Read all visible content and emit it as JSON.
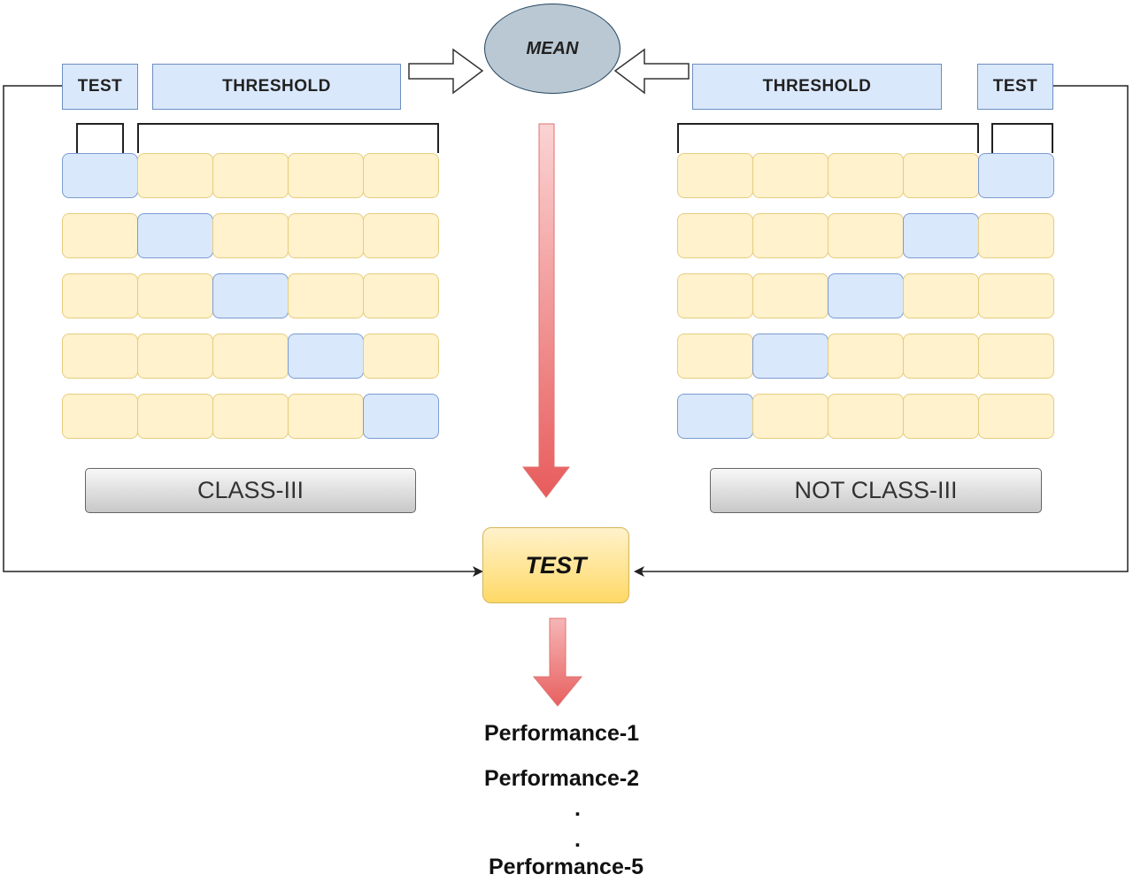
{
  "left": {
    "test_label": "TEST",
    "threshold_label": "THRESHOLD",
    "class_label": "CLASS-III"
  },
  "right": {
    "test_label": "TEST",
    "threshold_label": "THRESHOLD",
    "class_label": "NOT CLASS-III"
  },
  "mean_label": "MEAN",
  "test_box_label": "TEST",
  "performance": {
    "line1": "Performance-1",
    "line2": "Performance-2",
    "dot1": ".",
    "dot2": ".",
    "line5": "Performance-5"
  },
  "colors": {
    "cell_yellow": "#fff2cc",
    "cell_blue": "#dae8fc",
    "arrow_red": "#ea6b66"
  }
}
